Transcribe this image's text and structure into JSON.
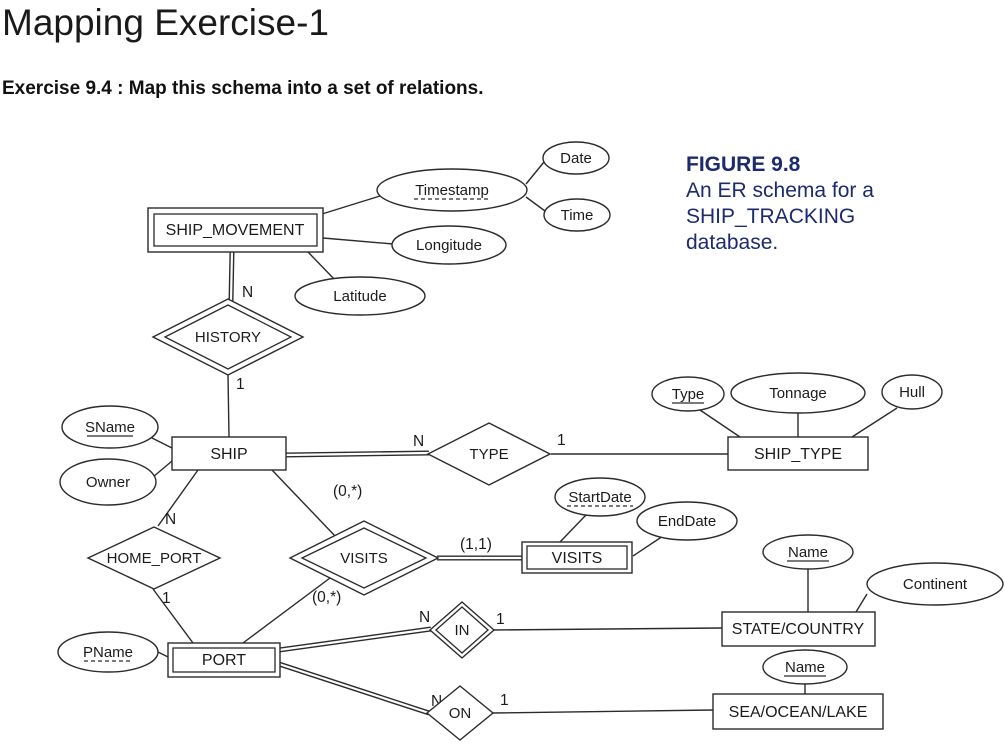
{
  "page": {
    "title": "Mapping Exercise-1",
    "subtitle": "Exercise 9.4 : Map this schema into a set of relations."
  },
  "figure_caption": {
    "heading": "FIGURE 9.8",
    "lines": [
      "An ER schema for a",
      "SHIP_TRACKING",
      "database."
    ],
    "color": "#1c2a6e"
  },
  "diagram": {
    "entities": {
      "ship_movement": {
        "label": "SHIP_MOVEMENT",
        "weak": true
      },
      "ship": {
        "label": "SHIP",
        "weak": false
      },
      "ship_type": {
        "label": "SHIP_TYPE",
        "weak": false
      },
      "visits": {
        "label": "VISITS",
        "weak": true
      },
      "port": {
        "label": "PORT",
        "weak": true
      },
      "state_country": {
        "label": "STATE/COUNTRY",
        "weak": false
      },
      "sea_ocean_lake": {
        "label": "SEA/OCEAN/LAKE",
        "weak": false
      }
    },
    "relationships": {
      "history": {
        "label": "HISTORY",
        "identifying": true
      },
      "type": {
        "label": "TYPE",
        "identifying": false
      },
      "visits": {
        "label": "VISITS",
        "identifying": true
      },
      "home_port": {
        "label": "HOME_PORT",
        "identifying": false
      },
      "in": {
        "label": "IN",
        "identifying": true
      },
      "on": {
        "label": "ON",
        "identifying": false
      }
    },
    "attributes": {
      "timestamp": {
        "label": "Timestamp",
        "key": "partial"
      },
      "date": {
        "label": "Date",
        "key": "none"
      },
      "time": {
        "label": "Time",
        "key": "none"
      },
      "longitude": {
        "label": "Longitude",
        "key": "none"
      },
      "latitude": {
        "label": "Latitude",
        "key": "none"
      },
      "sname": {
        "label": "SName",
        "key": "full"
      },
      "owner": {
        "label": "Owner",
        "key": "none"
      },
      "type": {
        "label": "Type",
        "key": "full"
      },
      "tonnage": {
        "label": "Tonnage",
        "key": "none"
      },
      "hull": {
        "label": "Hull",
        "key": "none"
      },
      "startdate": {
        "label": "StartDate",
        "key": "partial"
      },
      "enddate": {
        "label": "EndDate",
        "key": "none"
      },
      "name_state": {
        "label": "Name",
        "key": "full"
      },
      "continent": {
        "label": "Continent",
        "key": "none"
      },
      "pname": {
        "label": "PName",
        "key": "partial"
      },
      "name_sea": {
        "label": "Name",
        "key": "full"
      }
    },
    "cardinalities": {
      "history_n": "N",
      "history_1": "1",
      "type_n": "N",
      "type_1": "1",
      "visits_ship": "(0,*)",
      "visits_port": "(0,*)",
      "visits_entity": "(1,1)",
      "home_port_n": "N",
      "home_port_1": "1",
      "in_n": "N",
      "in_1": "1",
      "on_n": "N",
      "on_1": "1"
    }
  }
}
